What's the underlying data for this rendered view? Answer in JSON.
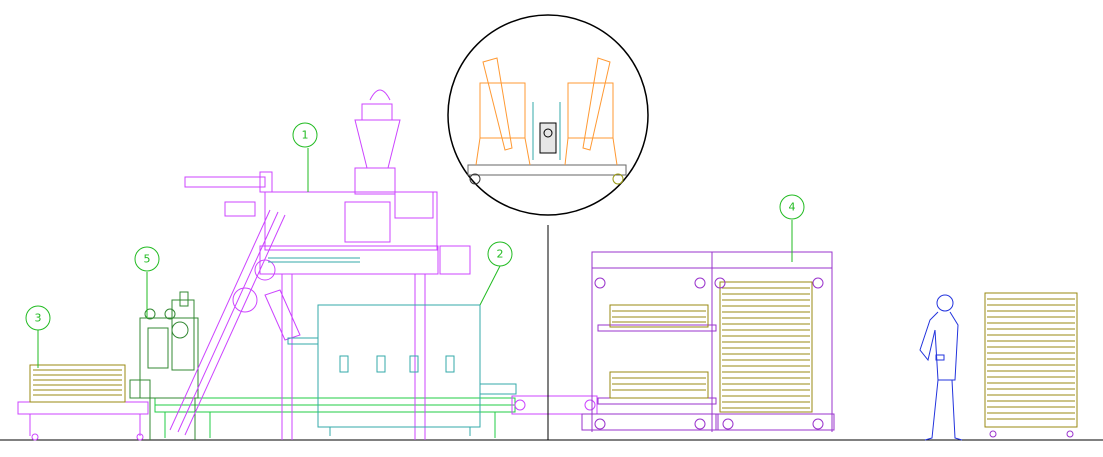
{
  "callouts": [
    {
      "id": "1",
      "label": "1"
    },
    {
      "id": "2",
      "label": "2"
    },
    {
      "id": "3",
      "label": "3"
    },
    {
      "id": "4",
      "label": "4"
    },
    {
      "id": "5",
      "label": "5"
    }
  ],
  "colors": {
    "extruder": "#cc44ff",
    "dryer": "#33aaaa",
    "conveyor": "#22cc44",
    "tray_wood": "#998811",
    "rack_frame": "#9933cc",
    "detail_orange": "#ff9933",
    "person": "#2233dd",
    "callout": "#22bb22",
    "lines": "#000000"
  },
  "icons": {
    "wheel": "caster-wheel-icon",
    "person": "operator-figure-icon",
    "magnifier": "detail-view-circle-icon"
  }
}
